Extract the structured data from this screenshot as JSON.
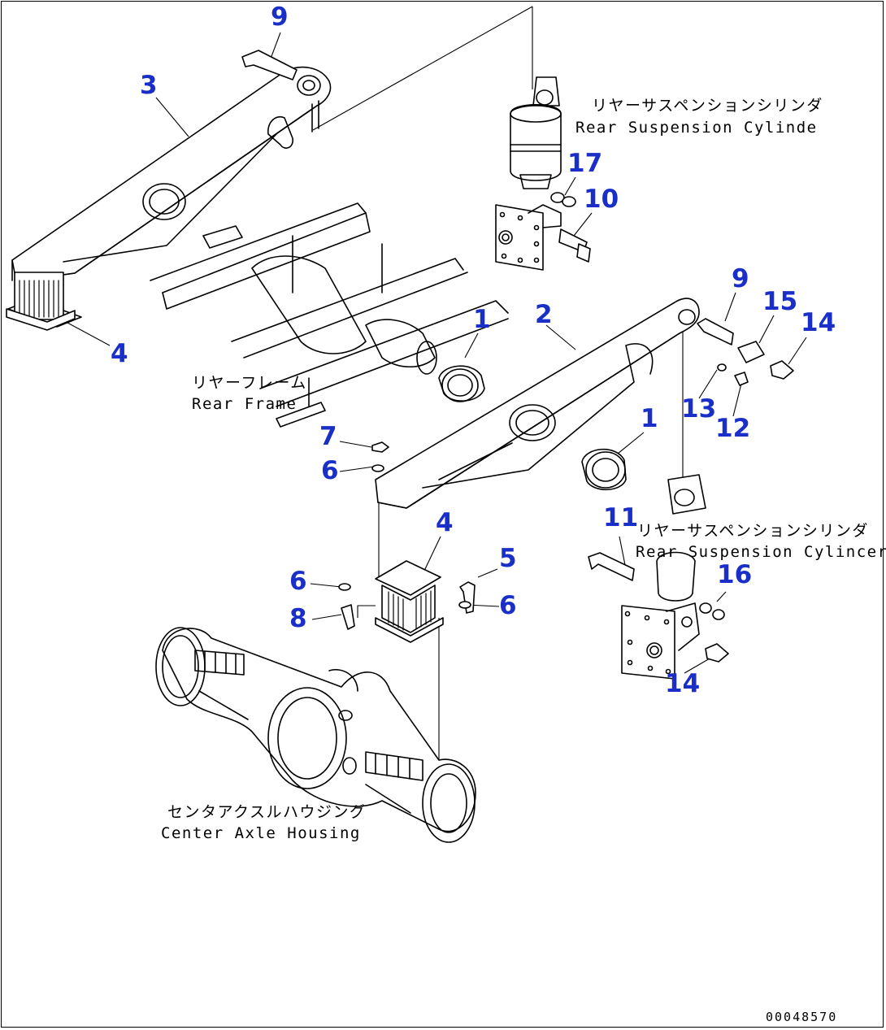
{
  "diagram": {
    "drawing_code": "00048570",
    "labels": {
      "rear_cyl_1_jp": "リヤーサスペンションシリンダ",
      "rear_cyl_1_en": "Rear Suspension Cylinde",
      "rear_frame_jp": "リヤーフレーム",
      "rear_frame_en": "Rear Frame",
      "rear_cyl_2_jp": "リヤーサスペンションシリンダ",
      "rear_cyl_2_en": "Rear Suspension Cylincer",
      "axle_jp": "センタアクスルハウジング",
      "axle_en": "Center Axle Housing"
    },
    "callouts": {
      "c9a": "9",
      "c3": "3",
      "c4a": "4",
      "c17": "17",
      "c10": "10",
      "c1a": "1",
      "c2": "2",
      "c9b": "9",
      "c15": "15",
      "c14a": "14",
      "c13": "13",
      "c12": "12",
      "c1b": "1",
      "c7": "7",
      "c6a": "6",
      "c4b": "4",
      "c5": "5",
      "c11": "11",
      "c6b": "6",
      "c6c": "6",
      "c16": "16",
      "c8": "8",
      "c14b": "14"
    }
  }
}
